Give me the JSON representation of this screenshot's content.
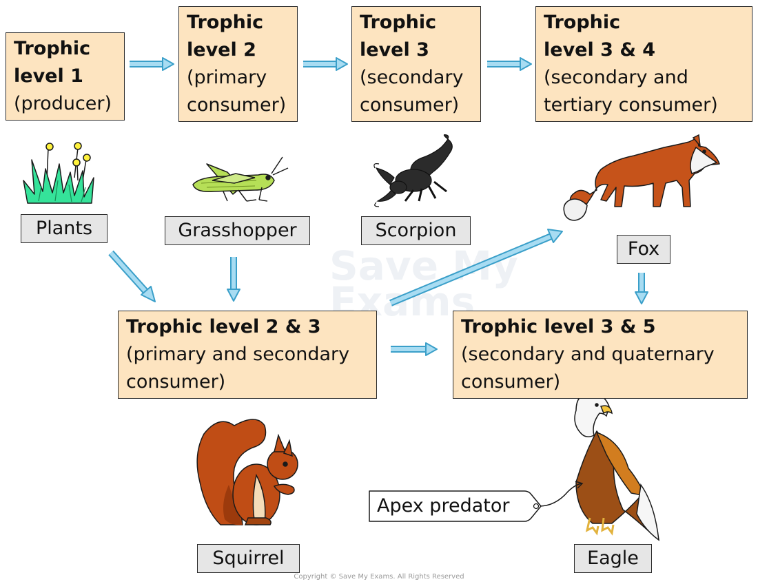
{
  "boxes": {
    "level1": {
      "title": [
        "Trophic",
        "level 1"
      ],
      "subtitle": [
        "(producer)"
      ]
    },
    "level2": {
      "title": [
        "Trophic",
        "level 2"
      ],
      "subtitle": [
        "(primary",
        "consumer)"
      ]
    },
    "level3": {
      "title": [
        "Trophic",
        "level 3"
      ],
      "subtitle": [
        "(secondary",
        "consumer)"
      ]
    },
    "level34": {
      "title": [
        "Trophic",
        "level 3 & 4"
      ],
      "subtitle": [
        "(secondary and",
        "tertiary consumer)"
      ]
    },
    "level23": {
      "title": [
        "Trophic level 2 & 3"
      ],
      "subtitle": [
        "(primary and secondary",
        "consumer)"
      ]
    },
    "level35": {
      "title": [
        "Trophic level 3 & 5"
      ],
      "subtitle": [
        "(secondary and quaternary",
        "consumer)"
      ]
    }
  },
  "organisms": {
    "plants": "Plants",
    "grasshopper": "Grasshopper",
    "scorpion": "Scorpion",
    "fox": "Fox",
    "squirrel": "Squirrel",
    "eagle": "Eagle"
  },
  "annotation": {
    "apex_predator": "Apex predator"
  },
  "watermark": {
    "line1": "Save My",
    "line2": "Exams"
  },
  "copyright": "Copyright © Save My Exams. All Rights Reserved",
  "colors": {
    "box_fill": "#fde4c0",
    "label_fill": "#e6e6e6",
    "arrow_fill": "#a8dcf2",
    "arrow_stroke": "#3a9fc9",
    "outline": "#2a2a2a"
  }
}
